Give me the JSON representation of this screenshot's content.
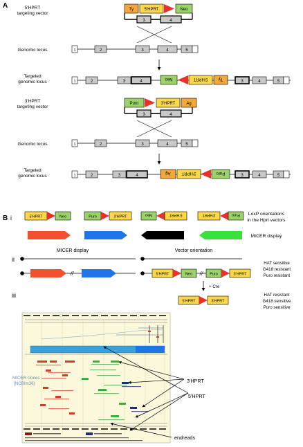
{
  "panel_a": {
    "letter": "A",
    "label_5_vector_l1": "5'HPRT",
    "label_5_vector_l2": "targeting vector",
    "label_genomic": "Genomic locus",
    "label_targeted_l1": "Targeted",
    "label_targeted_l2": "genomic locus",
    "label_3_vector_l1": "3'HPRT",
    "label_3_vector_l2": "targeting vector",
    "cassettes": {
      "ty": "Ty",
      "hprt5": "5'HPRT",
      "neo": "Neo",
      "puro": "Puro",
      "hprt3": "3'HPRT",
      "ag": "Ag"
    },
    "exons": [
      "1",
      "2",
      "3",
      "4",
      "5"
    ]
  },
  "panel_b": {
    "letter": "B",
    "numeral_i": "i",
    "numeral_ii": "ii",
    "numeral_iii": "iii",
    "loxp_l1": "LoxP orientations",
    "loxp_l2": "in the Hprt vectors",
    "micer_display": "MICER display",
    "micer_display_title": "MICER display",
    "vector_orientation": "Vector orientation",
    "cre": "+ Cre",
    "state1": [
      "HAT sensitive",
      "G418 resistant",
      "Puro resistant"
    ],
    "state2": [
      "HAT resistant",
      "G418 sensitive",
      "Puro sensitive"
    ],
    "callouts": {
      "hprt3": "3'HPRT",
      "hprt5": "5'HPRT",
      "endreads": "endreads"
    },
    "micer_clones_l1": "MICER clones",
    "micer_clones_l2": "[NCBIm36]"
  },
  "colors": {
    "orange": "#f4a73a",
    "yellow": "#fbd84a",
    "green": "#9bd36a",
    "loxp_red": "#e8312a",
    "exon_gray": "#c8c8c8",
    "micer_red": "#f2502f",
    "micer_blue": "#1f74e8",
    "micer_black": "#000000",
    "micer_green": "#37e33a"
  }
}
